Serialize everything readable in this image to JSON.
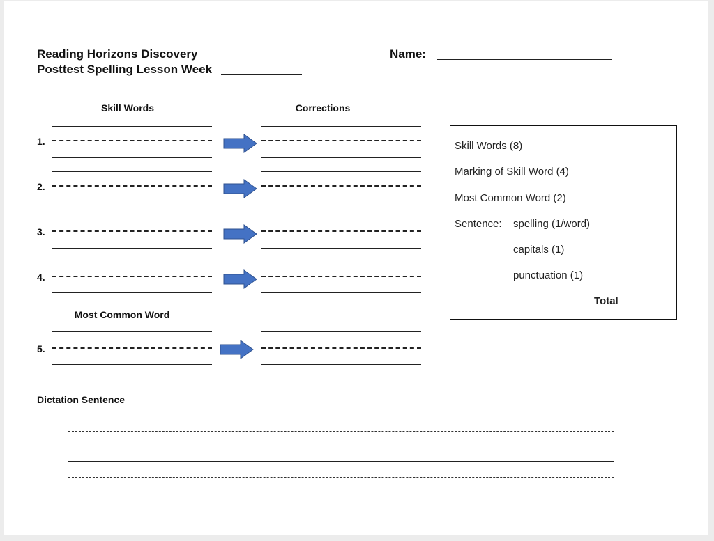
{
  "header": {
    "title_line1": "Reading Horizons Discovery",
    "title_line2": "Posttest Spelling Lesson Week",
    "name_label": "Name:"
  },
  "columns": {
    "skill_words": "Skill Words",
    "corrections": "Corrections",
    "most_common_word": "Most Common Word"
  },
  "rows": [
    {
      "number": "1."
    },
    {
      "number": "2."
    },
    {
      "number": "3."
    },
    {
      "number": "4."
    },
    {
      "number": "5."
    }
  ],
  "rubric": {
    "skill_words": "Skill Words (8)",
    "marking": "Marking of Skill Word (4)",
    "most_common": "Most Common Word (2)",
    "sentence_label": "Sentence:",
    "spelling": "spelling (1/word)",
    "capitals": "capitals (1)",
    "punctuation": "punctuation (1)",
    "total": "Total"
  },
  "dictation": {
    "label": "Dictation Sentence"
  },
  "colors": {
    "arrow_fill": "#4472c4",
    "arrow_stroke": "#2f528f"
  },
  "icons": {
    "arrow": "right-arrow-icon"
  }
}
